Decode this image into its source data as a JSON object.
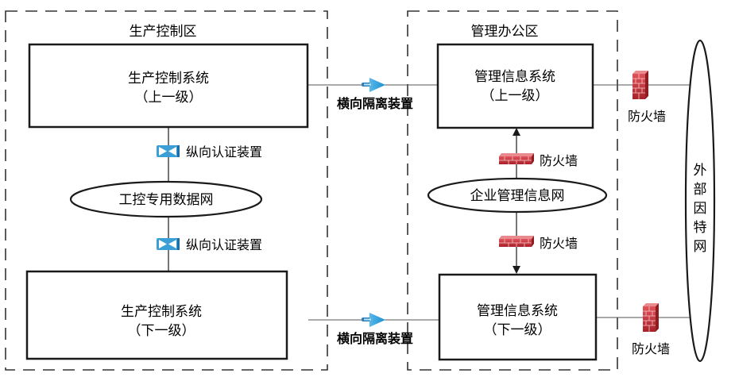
{
  "zones": {
    "production": {
      "label": "生产控制区"
    },
    "management": {
      "label": "管理办公区"
    }
  },
  "systems": {
    "prod_upper": {
      "name": "生产控制系统",
      "level": "（上一级）"
    },
    "prod_lower": {
      "name": "生产控制系统",
      "level": "（下一级）"
    },
    "mgmt_upper": {
      "name": "管理信息系统",
      "level": "（上一级）"
    },
    "mgmt_lower": {
      "name": "管理信息系统",
      "level": "（下一级）"
    }
  },
  "networks": {
    "industrial": "工控专用数据网",
    "enterprise": "企业管理信息网",
    "internet": [
      "外",
      "部",
      "因",
      "特",
      "网"
    ]
  },
  "devices": {
    "vertical_auth_top": "纵向认证装置",
    "vertical_auth_bottom": "纵向认证装置",
    "horizontal_iso_top": "横向隔离装置",
    "horizontal_iso_bottom": "横向隔离装置",
    "firewall_mgmt_top": "防火墙",
    "firewall_mgmt_bottom": "防火墙",
    "firewall_ext_top": "防火墙",
    "firewall_ext_bottom": "防火墙"
  },
  "colors": {
    "line": "#1a1a1a",
    "dashed_border": "#333333",
    "isolation_icon": "#2a9bd8",
    "auth_icon": "#3a9fd6",
    "firewall": "#c8343a"
  }
}
